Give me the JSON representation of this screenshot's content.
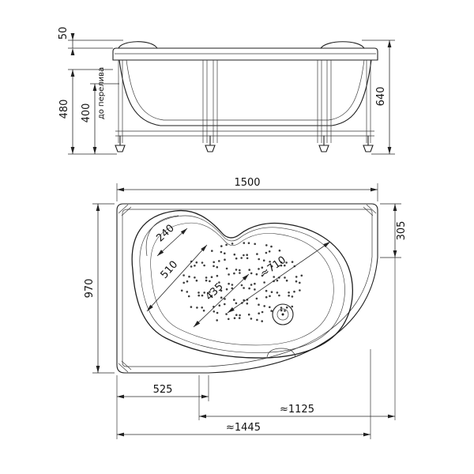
{
  "front_view": {
    "dim_rim_height": "50",
    "dim_height_to_rim": "480",
    "dim_to_overflow": "400",
    "label_to_overflow": "до перелива",
    "dim_total_height": "640"
  },
  "plan_view": {
    "dim_length": "1500",
    "dim_width": "970",
    "dim_right_side": "305",
    "dim_seat_width": "240",
    "dim_inner_width": "510",
    "dim_inner_length": "≈710",
    "dim_inner_mid": "435",
    "dim_bottom_left": "525",
    "dim_bottom_mid": "≈1125",
    "dim_bottom_overall": "≈1445"
  }
}
